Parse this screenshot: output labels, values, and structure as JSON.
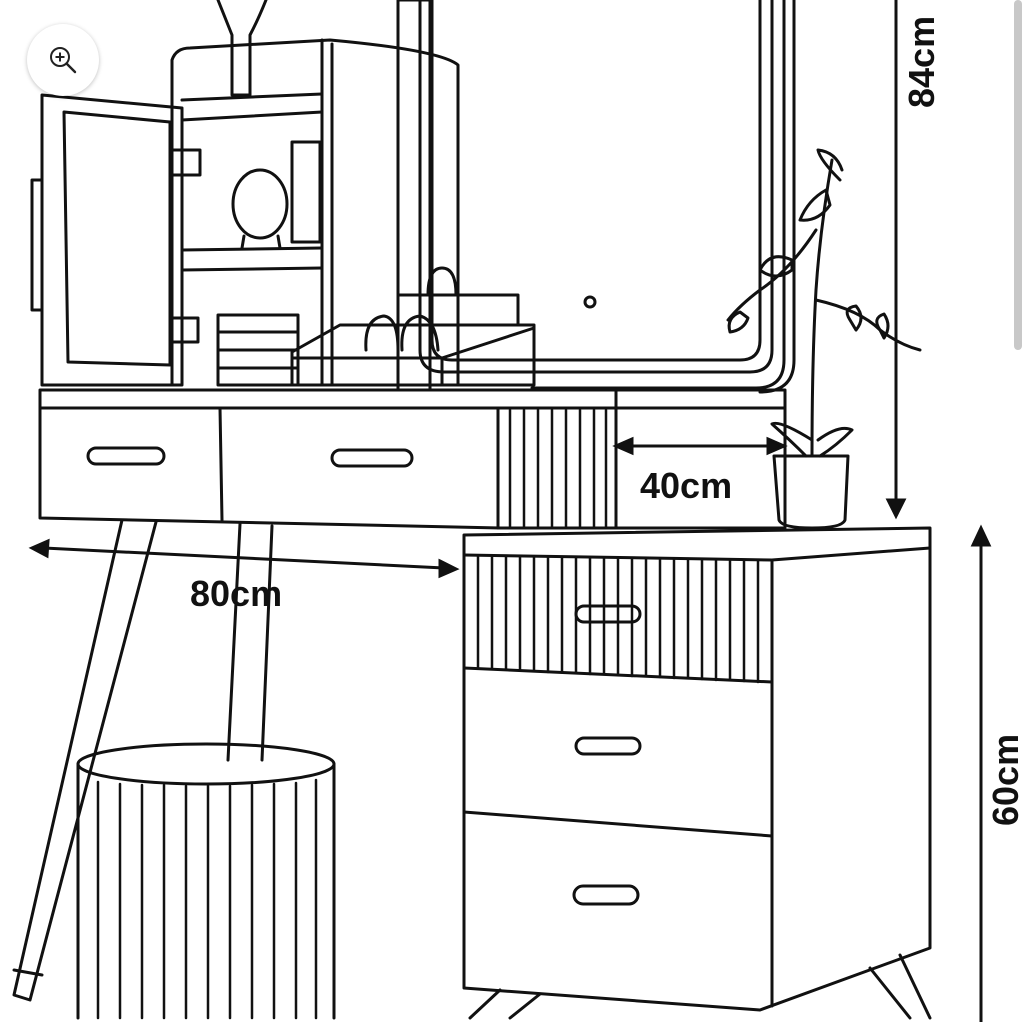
{
  "viewer": {
    "zoom_icon": "zoom-in-icon"
  },
  "dimensions": {
    "height_mirror": "84cm",
    "depth": "40cm",
    "width": "80cm",
    "height_table": "60cm"
  },
  "colors": {
    "line": "#111111",
    "background": "#ffffff"
  }
}
